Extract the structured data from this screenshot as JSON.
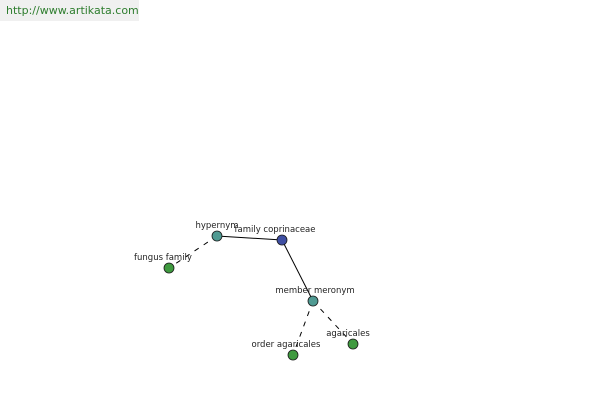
{
  "source_url": "http://www.artikata.com",
  "colors": {
    "center_node": "#3f4fa3",
    "relation_node": "#4f9a92",
    "leaf_node": "#3f9a3f",
    "edge": "#000000",
    "url_text": "#2e7d2e",
    "url_background": "#f0f0f0"
  },
  "graph": {
    "nodes": [
      {
        "id": "center",
        "label": "family coprinaceae",
        "kind": "center"
      },
      {
        "id": "rel-hypernym",
        "label": "hypernym",
        "kind": "relation"
      },
      {
        "id": "rel-member-meronym",
        "label": "member meronym",
        "kind": "relation"
      },
      {
        "id": "leaf-fungus-family",
        "label": "fungus family",
        "kind": "leaf"
      },
      {
        "id": "leaf-order-agaricales",
        "label": "order agaricales",
        "kind": "leaf"
      },
      {
        "id": "leaf-agaricales",
        "label": "agaricales",
        "kind": "leaf"
      }
    ],
    "edges": [
      {
        "from": "center",
        "to": "rel-hypernym",
        "style": "solid"
      },
      {
        "from": "center",
        "to": "rel-member-meronym",
        "style": "solid"
      },
      {
        "from": "rel-hypernym",
        "to": "leaf-fungus-family",
        "style": "dashed"
      },
      {
        "from": "rel-member-meronym",
        "to": "leaf-order-agaricales",
        "style": "dashed"
      },
      {
        "from": "rel-member-meronym",
        "to": "leaf-agaricales",
        "style": "dashed"
      }
    ]
  }
}
